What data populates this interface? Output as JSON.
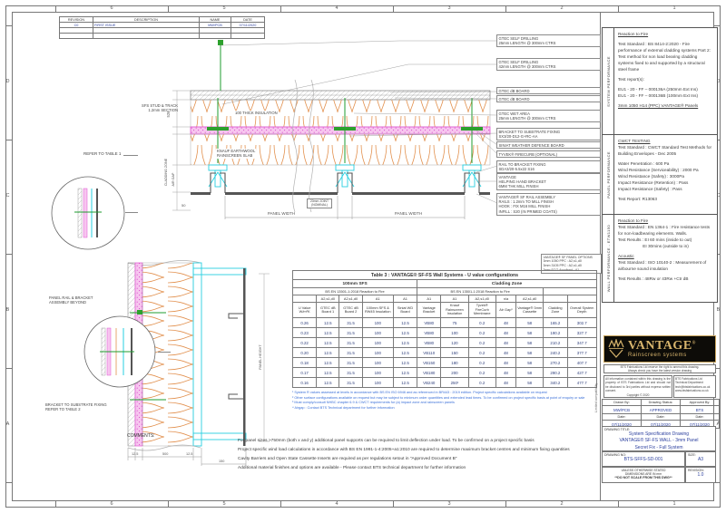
{
  "colors": {
    "accent_blue": "#2b3f9e",
    "footnote_blue": "#3a6fd8",
    "insulation_orange": "#e2914f",
    "board_pink": "#e052d2",
    "rail_cyan": "#27cfe0",
    "fixing_green": "#1f9c2f",
    "logo_gold": "#d8b56d",
    "line_gray": "#777777"
  },
  "sheet": {
    "grid_cols": [
      "6",
      "5",
      "4",
      "3",
      "2",
      "1"
    ],
    "grid_rows": [
      "D",
      "C",
      "B",
      "A"
    ]
  },
  "revision_table": {
    "headers": [
      "REVISION",
      "DESCRIPTION",
      "NAME",
      "DATE"
    ],
    "row": [
      "C0",
      "FIRST ISSUE",
      "MW/PCB",
      "07/11/2020"
    ]
  },
  "drawing": {
    "labels": {
      "sfs_stud": "SFS STUD & TRACK\n1.2mm SECTION",
      "refer_table1": "REFER TO TABLE 1",
      "cladding_zone": "CLADDING ZONE",
      "air_gap": "AIR GAP",
      "dim_526": "526",
      "dim_50": "50",
      "thick_insulation": "100 THICK INSULATION",
      "knauf": "KNAUF EARTHWOOL\nRAINSCREEN SLAB",
      "panel_width_1": "PANEL WIDTH",
      "panel_width_2": "PANEL WIDTH",
      "joint_note": "20mm JOINT\n(NOMINAL)"
    },
    "callouts": [
      {
        "text": "GTEC SELF DRILLING\n25mm LENGTH @ 300mm CTRS"
      },
      {
        "text": "GTEC SELF DRILLING\n42mm LENGTH @ 300mm CTRS"
      },
      {
        "text": "GTEC dB BOARD"
      },
      {
        "text": "GTEC dB BOARD"
      },
      {
        "text": "GTEC WET AREA\n25mm LENGTH @ 300mm CTRS"
      },
      {
        "text": "BRACKET TO SUBSTRATE FIXING\nSX3/20-D12-G+RC-AA"
      },
      {
        "text": "SINIAT WEATHER DEFENCE BOARD"
      },
      {
        "text": "TYVEK® FIRECURB (OPTIONAL)"
      },
      {
        "text": "RAIL TO BRACKET FIXING\nSDA3/20-5.5x22 S16"
      },
      {
        "text": "VANTAGE\nHELPING HAND BRACKET\n6MM THK MILL FINISH"
      },
      {
        "text": "VANTAGE® SF RAIL ASSEMBLY\nRAILS : 1.2mm TO MILL FINISH\nHOOK : FIX M16 MILL FINISH\nINFILL : S20 (IN PRIMED COATS)"
      },
      {
        "text": "VANTAGE® SF PANEL OPTIONS\n3mm 1050 PPC : A2,s1,d0\n3mm 3105 PPC : A2,s1,d0\n3mm ECO Anodised : A1"
      }
    ],
    "section_labels": {
      "note1": "PANEL RAIL & BRACKET\nASSEMBLY BEYOND",
      "note2": "BRACKET TO SUBSTRATE FIXING\nREFER TO TABLE 2",
      "vdim": "PANEL HEIGHT",
      "dims": [
        "12.5",
        "500",
        "12.5",
        "150"
      ]
    }
  },
  "table3": {
    "title": "Table 3 : VANTAGE® SF-FS Wall Systems - U value configurations",
    "group_left": "100mm SFS",
    "group_right": "Cladding Zone",
    "reaction_left": "BS EN 13501-1:2018 Reaction to Fire",
    "reaction_right": "BS EN 13501-1:2018 Reaction to Fire",
    "class_row": [
      "",
      "A2,s1,d0",
      "A2,s1,d0",
      "A1",
      "A1",
      "A1",
      "A1",
      "A2,s1,d0",
      "n/a",
      "A2,s1,d0",
      "",
      ""
    ],
    "columns": [
      "U Value W/m²K",
      "GTEC dB Board 1",
      "GTEC dB Board 2",
      "100mm SFS & RW45 Insulation",
      "Siniat WD Board",
      "Vantage Bracket",
      "Knauf Rainscreen Insulation",
      "Tyvek® FireCurb Membrane",
      "Air Gap¹",
      "Vantage® 3mm Cassette",
      "Cladding Zone",
      "Overall System Depth"
    ],
    "rows": [
      [
        "0.26",
        "12.5",
        "31.5",
        "100",
        "12.5",
        "VB80",
        "75",
        "0.2",
        "48",
        "58",
        "165.2",
        "302.7"
      ],
      [
        "0.23",
        "12.5",
        "31.5",
        "100",
        "12.5",
        "VB80",
        "100",
        "0.2",
        "48",
        "58",
        "190.2",
        "327.7"
      ],
      [
        "0.22",
        "12.5",
        "31.5",
        "100",
        "12.5",
        "VB80",
        "120",
        "0.2",
        "48",
        "58",
        "210.2",
        "347.7"
      ],
      [
        "0.20",
        "12.5",
        "31.5",
        "100",
        "12.5",
        "VB110",
        "150",
        "0.2",
        "48",
        "58",
        "240.2",
        "377.7"
      ],
      [
        "0.18",
        "12.5",
        "31.5",
        "100",
        "12.5",
        "VB150",
        "180",
        "0.2",
        "48",
        "58",
        "270.2",
        "407.7"
      ],
      [
        "0.17",
        "12.5",
        "31.5",
        "100",
        "12.5",
        "VB180",
        "200",
        "0.2",
        "48",
        "58",
        "290.2",
        "427.7"
      ],
      [
        "0.16",
        "12.5",
        "31.5",
        "100",
        "12.5",
        "VB240",
        "250¹",
        "0.2",
        "48",
        "58",
        "340.2",
        "477.7"
      ]
    ],
    "side_note": "Limited compatibility",
    "footnotes": [
      "¹ System R values assessed at levels in accordance with BS EN ISO 6946 and as referenced in BR443 : 2019 edition. Project specific calculations available on request",
      "² Other surface configurations available on request but may be subject to minimum order quantities and extended lead times. To be confirmed on project specific basis at point of enquiry or sale",
      "³ Must comply/consult NHBC chapter 6.9 & CWCT requirements for (a) impact zone and rainscreen panels",
      "⁴ Airgap : Contact BTS Technical department for further information"
    ]
  },
  "comments": {
    "heading": "COMMENTS:",
    "lines": [
      "For panel sizes >750mm (both x and y) additional panel supports can be required to limit deflection under load. To be confirmed on a project specific basis",
      "Project specific wind load calculations in accordance with BS EN 1991-1-4:2005+a1:2010 are required to determine maximum bracket centres and minimum fixing quantities",
      "Cavity Barriers and Open State Cassette Inserts are required as per regulations setout in \"Approved Document B\"",
      "Additional material finishes and options are available - Please contact BTS technical department for further information"
    ]
  },
  "performance": {
    "system": {
      "side_label": "SYSTEM PERFORMANCE",
      "heading": "Reaction to Fire",
      "para1": "Test Standard : BS 8414-2:2020 - Fire performance of external cladding systems Part 2: Test method for non load bearing cladding systems fixed to and supported by a structural steel frame",
      "reports_label": "Test report(s):",
      "report1": "EU1 - 20 - FF – 000136A (250mm Ext Ins)",
      "report2": "EU1 - 20 - FF – 000136B (100mm Ext Ins)",
      "panels": "3mm 1050 H14 (PPC) VANTAGE® Panels"
    },
    "panel": {
      "side_label": "PANEL PERFORMANCE",
      "heading": "CWCT TESTING",
      "para1": "Test Standard : CWCT Standard Test Methods for Building Envelopes - Dec 2005",
      "line1": "Water Penetration : 600 Pa",
      "line2": "Wind Resistance (Serviceability) : 2000 Pa",
      "line3": "Wind Resistance (Safety) : 3000Pa",
      "line4": "Impact Resistance (Retention) : Pass",
      "line5": "Impact Resistance (Safety) : Pass",
      "report": "Test Report: R13063"
    },
    "wall": {
      "side_label": "WALL PERFORMANCE - ETW1150",
      "heading1": "Reaction to Fire",
      "para1": "Test Standard : EN 1364-1 : Fire resistance tests for non-loadbearing elements. Walls.",
      "result1": "Test Results : EI 60 mins (inside to out)",
      "result2": "EI 30mins (outside to in)",
      "heading2": "Acoustic",
      "para2": "Test Standard : ISO 10140-2 : Measurement of airbourne sound insulation",
      "result3": "Test Results : 48Rw or 43Rw +Ctr dB"
    }
  },
  "brand": {
    "name": "VANTAGE",
    "reg": "®",
    "tagline": "Rainscreen systems",
    "notice": "BTS Fabrications Ltd reserve the right to amend this drawing.\nAlways check you have the latest version drawing",
    "disclaimer": "All information contained within this drawing is the property of BTS Fabrications Ltd and should not be disclosed to 3rd parties without express written consent.",
    "copyright": "Copyright © 2020",
    "contact": "BTS Fabrications Ltd\nTechnical Department\ntech@btsfabrications.co.uk\nwww.btsfabrications.co.uk"
  },
  "titleblock": {
    "drawn_by_label": "Drawn By:",
    "drawn_by": "MW/PCB",
    "status_label": "Drawing Status:",
    "status": "APPROVED",
    "approved_label": "Approved By:",
    "approved": "BTS",
    "date_label": "Date:",
    "date1": "07/11/2020",
    "date2": "07/11/2020",
    "date3": "07/11/2020",
    "title_label": "DRAWING TITLE:",
    "title1": "System Specification Drawing",
    "title2": "VANTAGE® SF-FS WALL - 3mm Panel",
    "title3": "Secret Fix - Full System",
    "no_label": "DRAWING NO:",
    "no": "BTS-SFFS-SD-001",
    "size_label": "SIZE:",
    "size": "A3",
    "note1": "UNLESS OTHERWISE STATED",
    "note2": "DIMENSIONS ARE IN mm",
    "note3": "**DO NOT SCALE FROM THIS DWG**",
    "revision_label": "REVISION:",
    "revision": "1.0"
  }
}
